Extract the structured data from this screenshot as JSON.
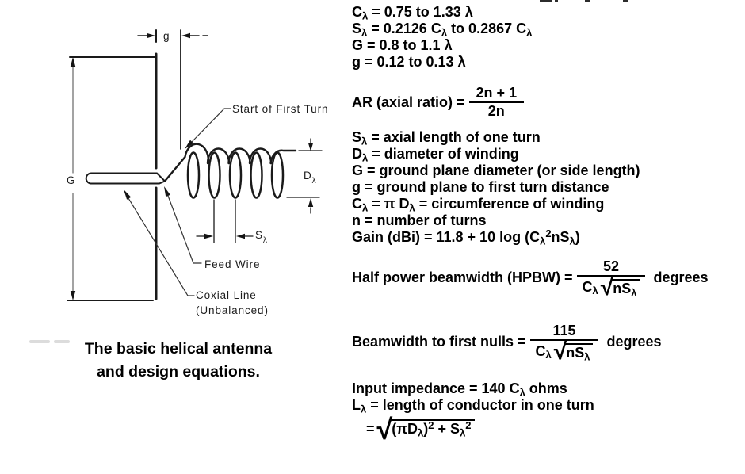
{
  "diagram": {
    "dim_G": "G",
    "dim_g": "g",
    "dim_D": {
      "base": "D",
      "sub": "λ"
    },
    "dim_S": {
      "base": "S",
      "sub": "λ"
    },
    "label_start": "Start of First Turn",
    "label_feed": "Feed Wire",
    "label_coax1": "Coxial Line",
    "label_coax2": "(Unbalanced)",
    "caption_line1": "The basic helical antenna",
    "caption_line2": "and design equations."
  },
  "eq": {
    "radical": "√",
    "l1a": "C",
    "l1s": "λ",
    "l1b": " = 0.75 to 1.33 ",
    "l1c": "λ",
    "l2a": "S",
    "l2s": "λ",
    "l2b": " = 0.2126 C",
    "l2s2": "λ",
    "l2c": " to 0.2867 C",
    "l2s3": "λ",
    "l3": "G = 0.8 to 1.1 ",
    "l3c": "λ",
    "l4": "g = 0.12 to 0.13 ",
    "l4c": "λ",
    "ar_label": "AR (axial ratio) = ",
    "ar_num": "2n + 1",
    "ar_den": "2n",
    "d1a": "S",
    "d1s": "λ",
    "d1b": " = axial length of one turn",
    "d2a": "D",
    "d2s": "λ",
    "d2b": " = diameter of winding",
    "d3": "G = ground plane diameter (or side length)",
    "d4": "g = ground plane to first turn distance",
    "d5a": "C",
    "d5s": "λ",
    "d5b": " = π D",
    "d5s2": "λ",
    "d5c": " = circumference of winding",
    "d6": "n = number of turns",
    "d7a": "Gain (dBi) = 11.8 + 10 log (C",
    "d7s": "λ",
    "d7p": "2",
    "d7b": "nS",
    "d7s2": "λ",
    "d7c": ")",
    "hp_label": "Half power beamwidth (HPBW) = ",
    "hp_num": "52",
    "hp_suffix": "degrees",
    "den_a": "C",
    "den_s": "λ",
    "den_rad_a": "nS",
    "den_rad_s": "λ",
    "bw_label": "Beamwidth to first nulls = ",
    "bw_num": "115",
    "bw_suffix": "degrees",
    "imp1": "Input impedance = 140 C",
    "imp1s": "λ",
    "imp1b": " ohms",
    "imp2a": "L",
    "imp2s": "λ",
    "imp2b": " = length of conductor in one turn",
    "sq_eq": "= ",
    "sq_a": "(πD",
    "sq_s": "λ",
    "sq_b": ")",
    "sq_p": "2",
    "sq_c": " + S",
    "sq_s2": "λ",
    "sq_p2": "2"
  }
}
